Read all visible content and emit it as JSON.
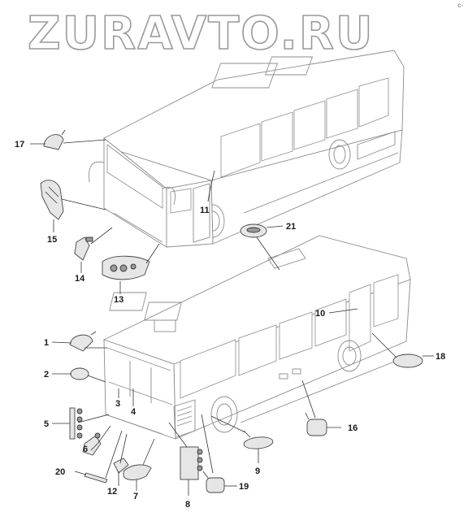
{
  "watermark": "ZURAVTO.RU",
  "corner_mark": "c-",
  "callouts": {
    "c1": "1",
    "c2": "2",
    "c3": "3",
    "c4": "4",
    "c5": "5",
    "c6": "6",
    "c7": "7",
    "c8": "8",
    "c9": "9",
    "c10": "10",
    "c11": "11",
    "c12": "12",
    "c13": "13",
    "c14": "14",
    "c15": "15",
    "c16": "16",
    "c17": "17",
    "c18": "18",
    "c19": "19",
    "c20": "20",
    "c21": "21"
  }
}
